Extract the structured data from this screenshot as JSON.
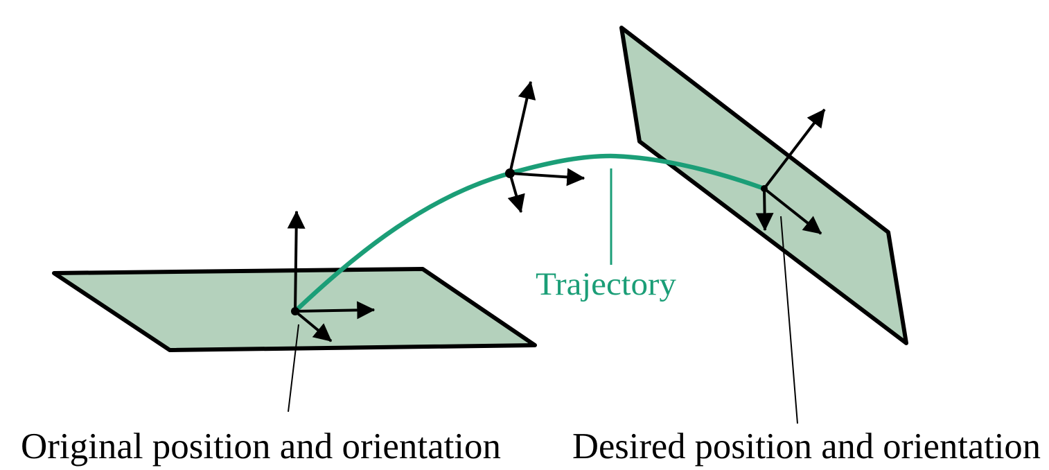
{
  "diagram": {
    "title_hint": "pose trajectory diagram",
    "labels": {
      "trajectory": "Trajectory",
      "original": "Original position and orientation",
      "desired": "Desired position and orientation"
    },
    "colors": {
      "accent_green": "#1b9e77",
      "plane_fill": "#b4d1bc",
      "line_black": "#000000",
      "background": "#ffffff"
    },
    "elements": {
      "start_plane": "flat parallelogram plane (original pose)",
      "end_plane": "tilted parallelogram plane (desired pose)",
      "frames": [
        "origin coordinate frame on start plane",
        "intermediate coordinate frame on trajectory",
        "goal coordinate frame on end plane"
      ],
      "curve": "green trajectory curve from original to desired pose"
    }
  }
}
